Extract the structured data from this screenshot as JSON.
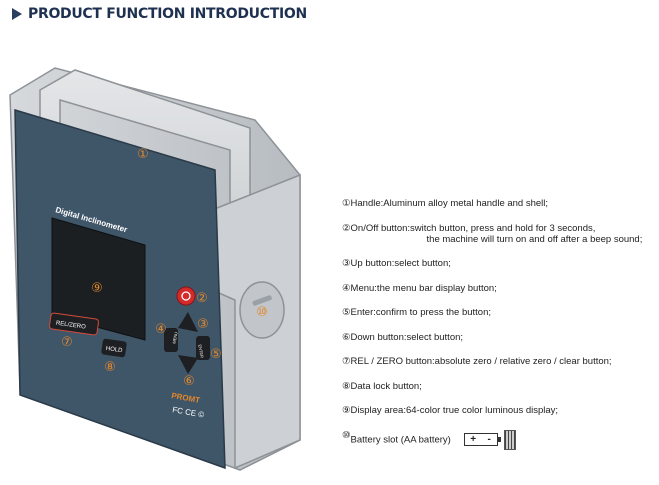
{
  "header": {
    "title": "PRODUCT FUNCTION INTRODUCTION"
  },
  "device": {
    "screen_label": "Digital Inclinometer",
    "rel_zero_label": "REL/ZERO",
    "hold_label": "HOLD",
    "menu_label": "MENU",
    "enter_label": "ENTER",
    "brand": "PROMT",
    "cert_marks": "FC CE ©"
  },
  "callouts": [
    "①",
    "②",
    "③",
    "④",
    "⑤",
    "⑥",
    "⑦",
    "⑧",
    "⑨",
    "⑩"
  ],
  "functions": [
    {
      "num": "①",
      "text": "Handle:Aluminum alloy metal handle and shell;"
    },
    {
      "num": "②",
      "text": "On/Off button:switch button, press and hold for 3 seconds,",
      "text2": "the machine will turn on and off after a beep sound;"
    },
    {
      "num": "③",
      "text": "Up button:select button;"
    },
    {
      "num": "④",
      "text": "Menu:the menu bar display button;"
    },
    {
      "num": "⑤",
      "text": "Enter:confirm to press the button;"
    },
    {
      "num": "⑥",
      "text": "Down button:select button;"
    },
    {
      "num": "⑦",
      "text": "REL / ZERO button:absolute zero / relative zero / clear button;"
    },
    {
      "num": "⑧",
      "text": "Data lock button;"
    },
    {
      "num": "⑨",
      "text": "Display area:64-color true color luminous display;"
    },
    {
      "num": "⑩",
      "text": "Battery slot (AA battery)"
    }
  ],
  "battery_icon": {
    "plus": "+",
    "minus": "-"
  },
  "colors": {
    "header": "#1f3150",
    "panel": "#3f5568",
    "callout": "#e1872c",
    "power": "#d42a2a"
  }
}
